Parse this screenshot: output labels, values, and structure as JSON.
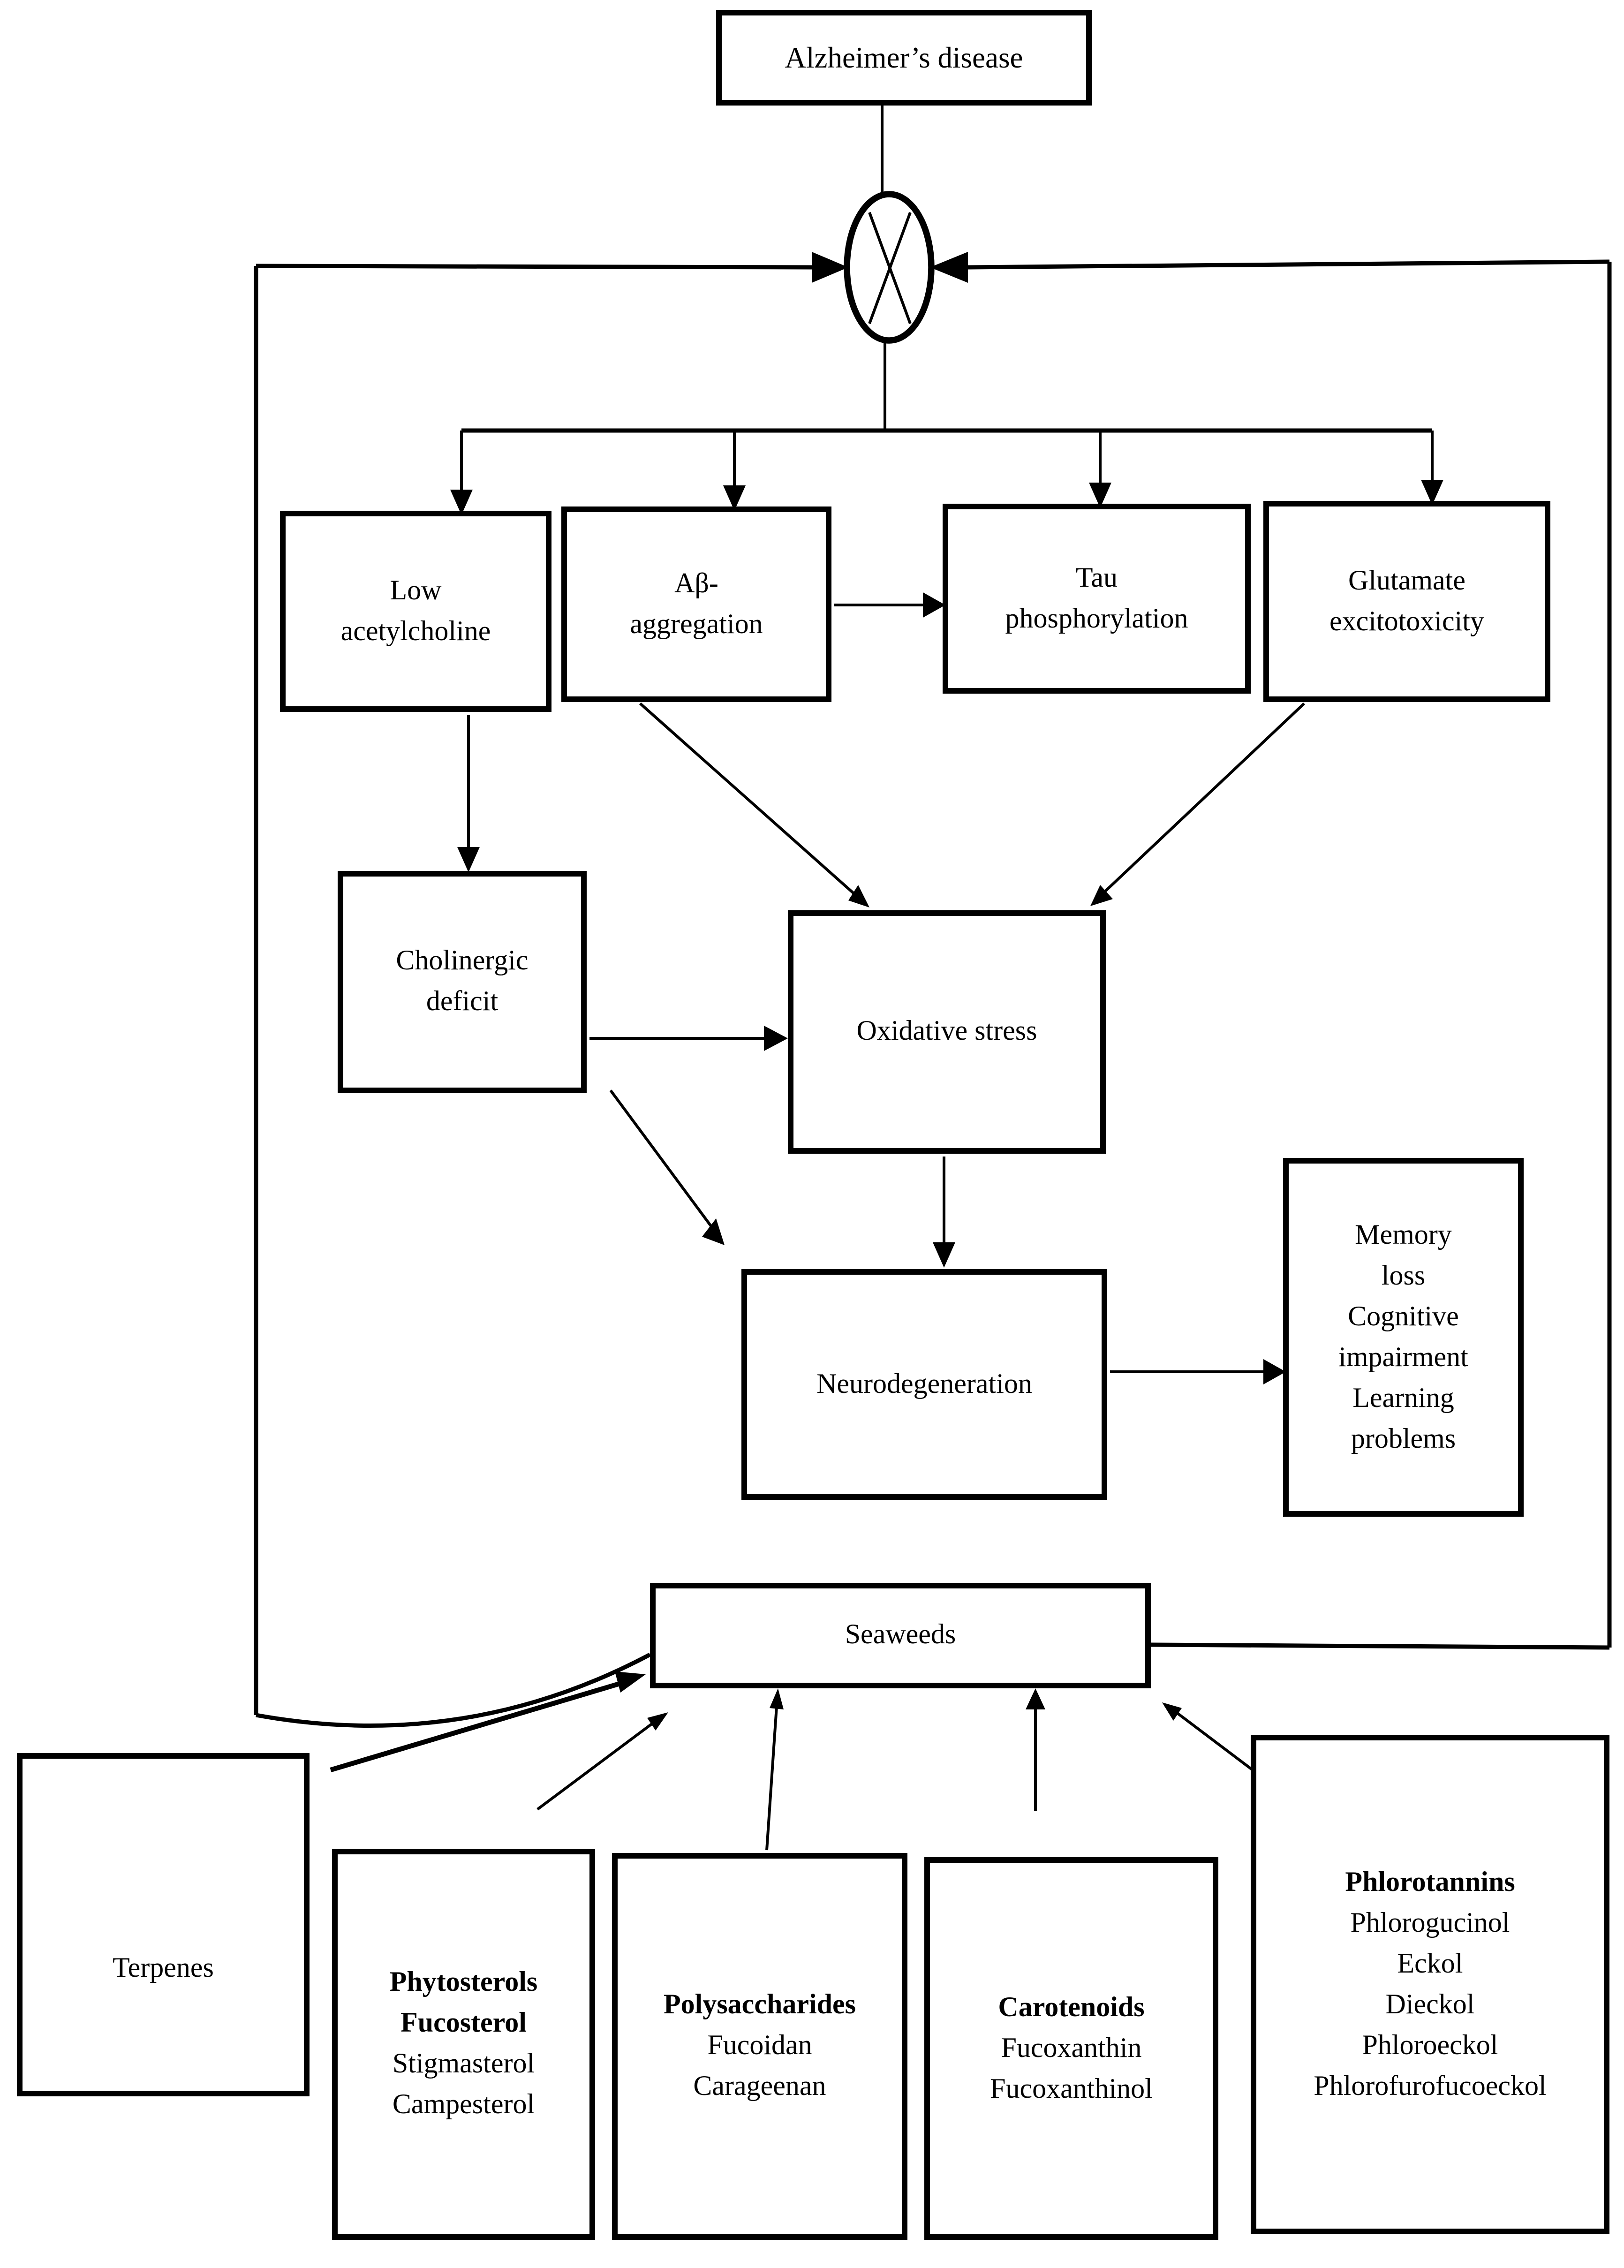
{
  "colors": {
    "ink": "#000000",
    "paper": "#ffffff"
  },
  "nodes": {
    "alzheimers": {
      "label": "Alzheimer’s disease"
    },
    "junction": {
      "symbol": "crossed-ellipse"
    },
    "low_acetylcholine": {
      "lines": [
        "Low",
        "acetylcholine"
      ]
    },
    "ab_aggregation": {
      "lines": [
        "Aβ-",
        "aggregation"
      ]
    },
    "tau_phosphorylation": {
      "lines": [
        "Tau",
        "phosphorylation"
      ]
    },
    "glutamate_excitotoxicity": {
      "lines": [
        "Glutamate",
        "excitotoxicity"
      ]
    },
    "cholinergic_deficit": {
      "lines": [
        "Cholinergic",
        "deficit"
      ]
    },
    "oxidative_stress": {
      "label": "Oxidative stress"
    },
    "neurodegeneration": {
      "label": "Neurodegeneration"
    },
    "outcomes": {
      "lines": [
        "Memory",
        "loss",
        "Cognitive",
        "impairment",
        "Learning",
        "problems"
      ]
    },
    "seaweeds": {
      "label": "Seaweeds"
    },
    "terpenes": {
      "label": "Terpenes"
    },
    "phytosterols": {
      "lines": [
        "Phytosterols",
        "Fucosterol",
        "Stigmasterol",
        "Campesterol"
      ],
      "bold_lines": 2
    },
    "polysaccharides": {
      "lines": [
        "Polysaccharides",
        "Fucoidan",
        "Carageenan"
      ],
      "bold_lines": 1
    },
    "carotenoids": {
      "lines": [
        "Carotenoids",
        "Fucoxanthin",
        "Fucoxanthinol"
      ],
      "bold_lines": 1
    },
    "phlorotannins": {
      "lines": [
        "Phlorotannins",
        "Phlorogucinol",
        "Eckol",
        "Dieckol",
        "Phloroeckol",
        "Phlorofurofucoeckol"
      ],
      "bold_lines": 1
    }
  },
  "edges": [
    {
      "from": "alzheimers",
      "to": "junction",
      "style": "line"
    },
    {
      "from": "disease-loop-left",
      "to": "junction",
      "style": "arrow"
    },
    {
      "from": "disease-loop-right",
      "to": "junction",
      "style": "arrow"
    },
    {
      "from": "junction",
      "to": "low_acetylcholine",
      "style": "arrow"
    },
    {
      "from": "junction",
      "to": "ab_aggregation",
      "style": "arrow"
    },
    {
      "from": "junction",
      "to": "tau_phosphorylation",
      "style": "arrow"
    },
    {
      "from": "junction",
      "to": "glutamate_excitotoxicity",
      "style": "arrow"
    },
    {
      "from": "ab_aggregation",
      "to": "tau_phosphorylation",
      "style": "arrow"
    },
    {
      "from": "low_acetylcholine",
      "to": "cholinergic_deficit",
      "style": "arrow"
    },
    {
      "from": "ab_aggregation",
      "to": "oxidative_stress",
      "style": "arrow"
    },
    {
      "from": "glutamate_excitotoxicity",
      "to": "oxidative_stress",
      "style": "arrow"
    },
    {
      "from": "cholinergic_deficit",
      "to": "oxidative_stress",
      "style": "arrow"
    },
    {
      "from": "cholinergic_deficit",
      "to": "neurodegeneration",
      "style": "arrow"
    },
    {
      "from": "oxidative_stress",
      "to": "neurodegeneration",
      "style": "arrow"
    },
    {
      "from": "neurodegeneration",
      "to": "outcomes",
      "style": "arrow"
    },
    {
      "from": "seaweeds",
      "to": "disease-loop",
      "style": "line"
    },
    {
      "from": "terpenes",
      "to": "seaweeds",
      "style": "arrow"
    },
    {
      "from": "phytosterols",
      "to": "seaweeds",
      "style": "arrow"
    },
    {
      "from": "polysaccharides",
      "to": "seaweeds",
      "style": "arrow"
    },
    {
      "from": "carotenoids",
      "to": "seaweeds",
      "style": "arrow"
    },
    {
      "from": "phlorotannins",
      "to": "seaweeds",
      "style": "arrow"
    }
  ]
}
